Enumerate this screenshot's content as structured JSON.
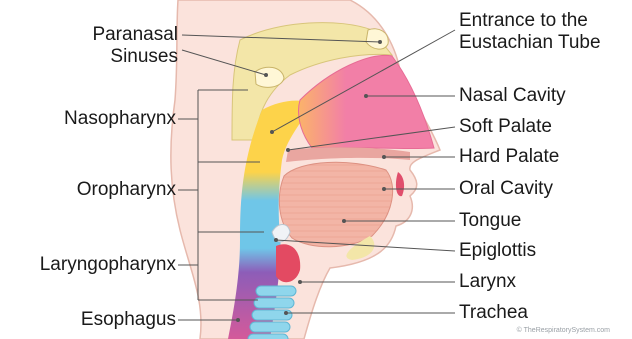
{
  "labels": {
    "paranasal_sinuses": "Paranasal\nSinuses",
    "nasopharynx": "Nasopharynx",
    "oropharynx": "Oropharynx",
    "laryngopharynx": "Laryngopharynx",
    "esophagus": "Esophagus",
    "eustachian_tube": "Entrance to the\nEustachian Tube",
    "nasal_cavity": "Nasal Cavity",
    "soft_palate": "Soft Palate",
    "hard_palate": "Hard Palate",
    "oral_cavity": "Oral Cavity",
    "tongue": "Tongue",
    "epiglottis": "Epiglottis",
    "larynx": "Larynx",
    "trachea": "Trachea"
  },
  "credit": "© TheRespiratorySystem.com",
  "colors": {
    "skin": "#fbe3dc",
    "skin_edge": "#e6b9ad",
    "bone": "#f3e6a8",
    "nasal_pink": "#f27fa7",
    "nasopharynx_yellow": "#fdd34a",
    "oropharynx_blue": "#6fc6e8",
    "laryngopharynx_purple": "#8d5db8",
    "esophagus_pink": "#d45a9a",
    "tongue": "#f3b5a6",
    "trachea": "#8fd6ec",
    "larynx_red": "#e34a62",
    "leader_line": "#555555"
  }
}
